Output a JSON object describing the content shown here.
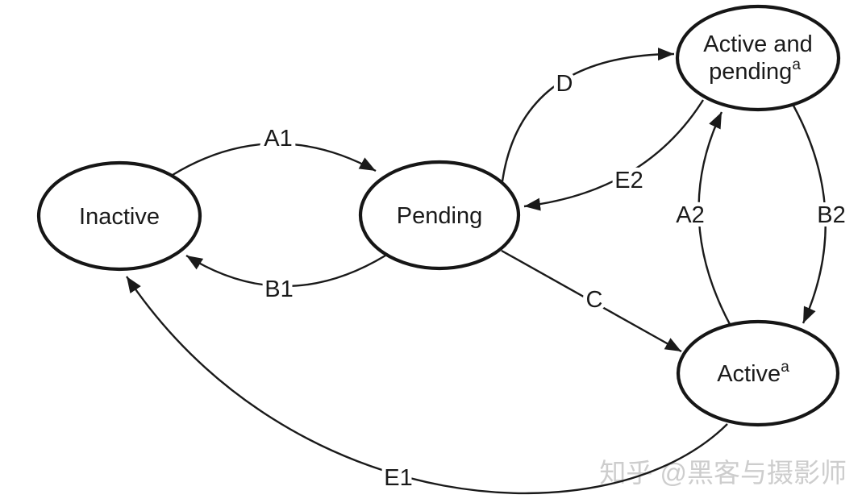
{
  "diagram": {
    "type": "state-transition-diagram",
    "nodes": {
      "inactive": {
        "label": "Inactive"
      },
      "pending": {
        "label": "Pending"
      },
      "active_and_pending": {
        "line1": "Active and",
        "line2": "pending",
        "superscript": "a"
      },
      "active": {
        "label": "Active",
        "superscript": "a"
      }
    },
    "edges": {
      "a1": {
        "label": "A1",
        "from": "inactive",
        "to": "pending"
      },
      "b1": {
        "label": "B1",
        "from": "pending",
        "to": "inactive"
      },
      "d": {
        "label": "D",
        "from": "pending",
        "to": "active_and_pending"
      },
      "e2": {
        "label": "E2",
        "from": "active_and_pending",
        "to": "pending"
      },
      "a2": {
        "label": "A2",
        "from": "active",
        "to": "active_and_pending"
      },
      "b2": {
        "label": "B2",
        "from": "active_and_pending",
        "to": "active"
      },
      "c": {
        "label": "C",
        "from": "pending",
        "to": "active"
      },
      "e1": {
        "label": "E1",
        "from": "active",
        "to": "inactive"
      }
    }
  },
  "watermark": {
    "text": "知乎 @黑客与摄影师"
  },
  "colors": {
    "line": "#1a1a1a",
    "background": "#ffffff",
    "watermark": "#cdcdcd"
  }
}
